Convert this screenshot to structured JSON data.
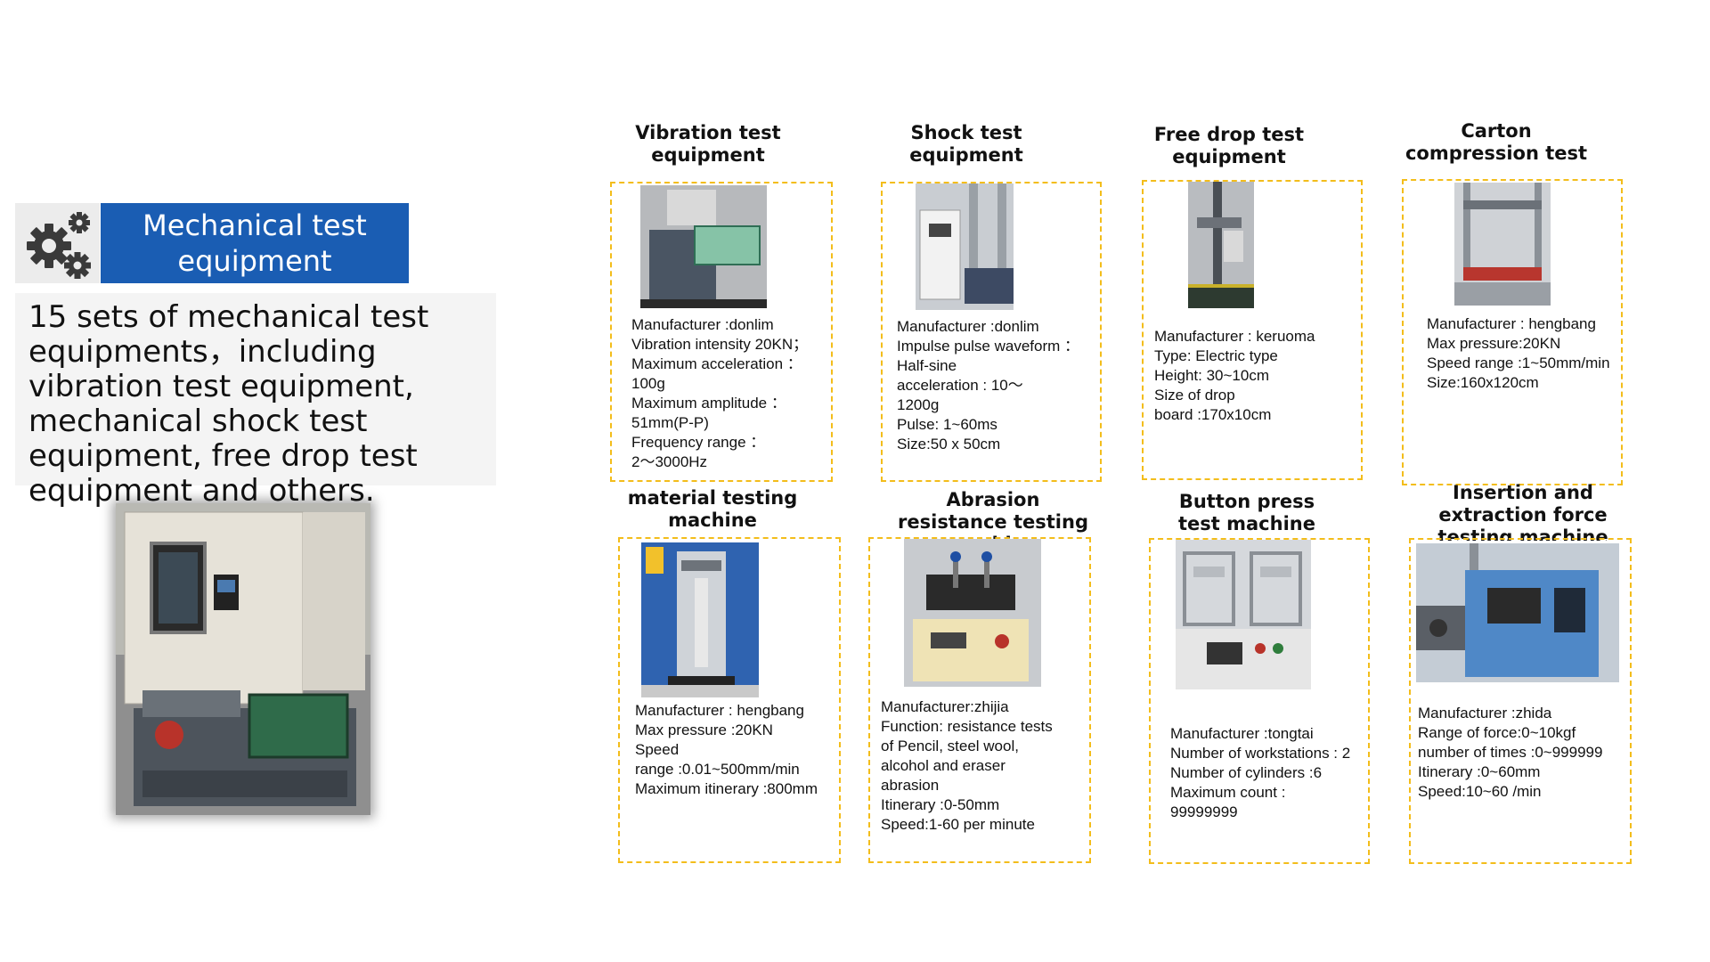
{
  "header": {
    "title": "Mechanical test equipment",
    "icon": "gears-icon"
  },
  "intro": {
    "text": "15 sets of mechanical test equipments，including vibration test equipment, mechanical shock test equipment, free drop test equipment and others."
  },
  "colors": {
    "header_bg": "#1a5db3",
    "box_border": "#f3bd1b"
  },
  "equipment": [
    {
      "title": "Vibration test equipment",
      "info": "Manufacturer :donlim\nVibration intensity 20KN；\nMaximum acceleration ：\n100g\nMaximum amplitude ：\n51mm(P-P)\nFrequency range ：\n2～3000Hz"
    },
    {
      "title": "Shock test equipment",
      "info": "Manufacturer :donlim\nImpulse pulse waveform ：\nHalf-sine\nacceleration : 10～\n1200g\nPulse: 1~60ms\nSize:50 x 50cm"
    },
    {
      "title": "Free drop test equipment",
      "info": "Manufacturer : keruoma\nType: Electric type\nHeight: 30~10cm\nSize of drop\nboard :170x10cm"
    },
    {
      "title": "Carton compression test",
      "info": "Manufacturer : hengbang\nMax pressure:20KN\nSpeed range :1~50mm/min\nSize:160x120cm"
    },
    {
      "title": "material testing machine",
      "info": "Manufacturer : hengbang\nMax pressure :20KN\nSpeed\nrange :0.01~500mm/min\nMaximum itinerary :800mm"
    },
    {
      "title": "Abrasion resistance testing machine",
      "info": "Manufacturer:zhijia\nFunction: resistance tests\nof Pencil, steel wool,\nalcohol and eraser\nabrasion\nItinerary :0-50mm\nSpeed:1-60 per minute"
    },
    {
      "title": "Button press test machine",
      "info": "Manufacturer :tongtai\nNumber of workstations : 2\nNumber of cylinders :6\nMaximum count :\n99999999"
    },
    {
      "title": "Insertion and extraction force testing machine",
      "info": "Manufacturer :zhida\nRange of force:0~10kgf\nnumber of times :0~999999\nItinerary :0~60mm\nSpeed:10~60 /min"
    }
  ]
}
